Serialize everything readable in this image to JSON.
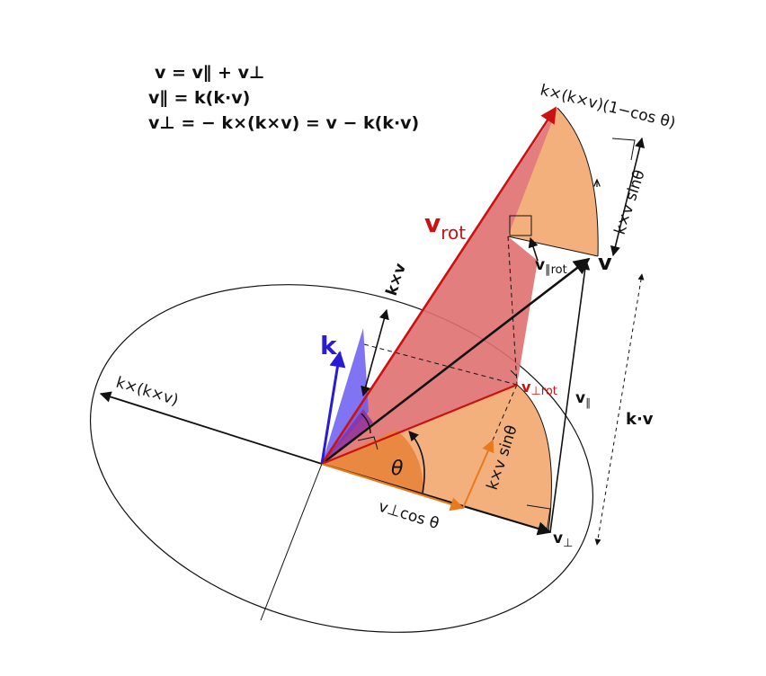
{
  "formulas": [
    "v = v∥ + v⊥",
    "v∥ = k(k·v)",
    "v⊥ = − k×(k×v) = v − k(k·v)"
  ],
  "labels": {
    "k": "k",
    "v": "v",
    "v_rot": "v",
    "v_rot_sub": "rot",
    "v_par_rot": "v",
    "v_par_rot_sub": "∥rot",
    "v_perp_rot": "v",
    "v_perp_rot_sub": "⊥rot",
    "v_par": "v",
    "v_par_sub": "∥",
    "v_perp": "v",
    "v_perp_sub": "⊥",
    "v_perp_cos": "v⊥cos θ",
    "theta": "θ",
    "kxv": "k×v",
    "kxkxv": "k×(k×v)",
    "kxkxv_1mcos": "k×(k×v)(1−cos θ)",
    "kxv_sin": "k×v sinθ",
    "kxv_sin_right": "k×v sinθ",
    "k_dot_v": "k·v"
  },
  "colors": {
    "red": "#cc1111",
    "red_fill": "#e07070",
    "orange": "#e87a1e",
    "orange_fill": "#f4b07c",
    "orange_dark": "#e06a20",
    "blue": "#2a1bd8",
    "blue_fill": "#6a5cf0",
    "purple": "#8a2ea0",
    "black": "#111111"
  }
}
